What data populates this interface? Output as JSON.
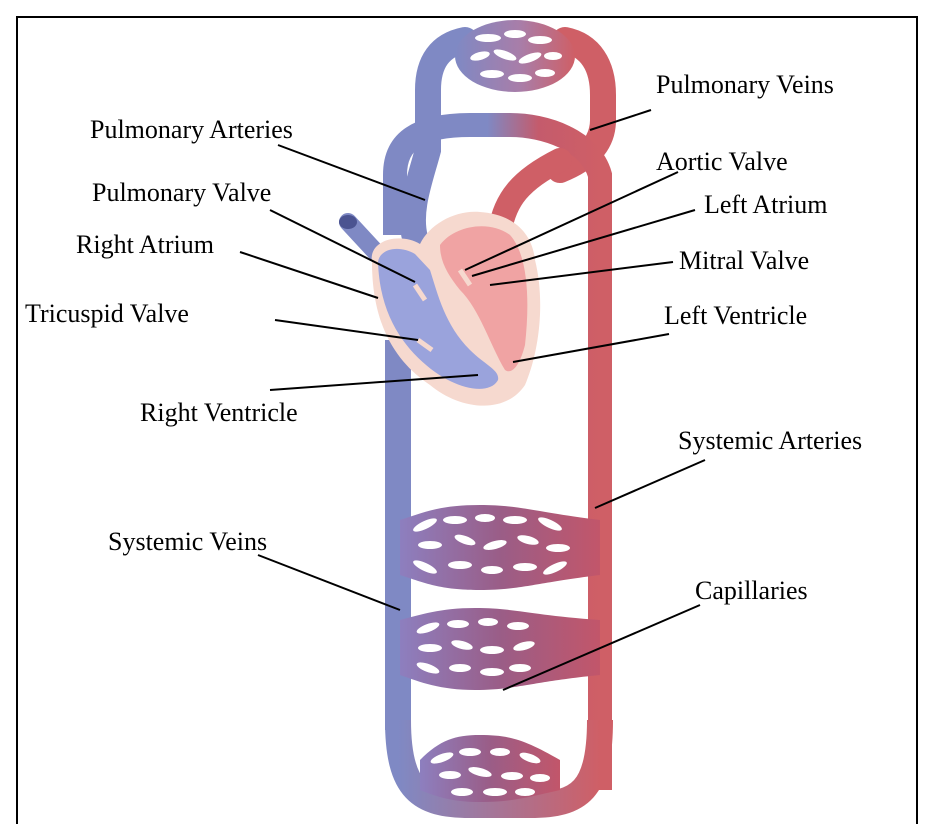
{
  "colors": {
    "deoxygenated": "#7f89c4",
    "oxygenated": "#cf5f66",
    "heart_left": "#f0a3a3",
    "heart_right": "#9aa3dc",
    "heart_outline": "#f6d9cf",
    "capillary_mix": "#9a6b9c",
    "leader_line": "#000000"
  },
  "labels": {
    "pulmonary_veins": "Pulmonary Veins",
    "pulmonary_arteries": "Pulmonary Arteries",
    "aortic_valve": "Aortic Valve",
    "pulmonary_valve": "Pulmonary Valve",
    "left_atrium": "Left Atrium",
    "right_atrium": "Right Atrium",
    "mitral_valve": "Mitral Valve",
    "tricuspid_valve": "Tricuspid Valve",
    "left_ventricle": "Left Ventricle",
    "right_ventricle": "Right Ventricle",
    "systemic_arteries": "Systemic Arteries",
    "systemic_veins": "Systemic Veins",
    "capillaries": "Capillaries"
  }
}
